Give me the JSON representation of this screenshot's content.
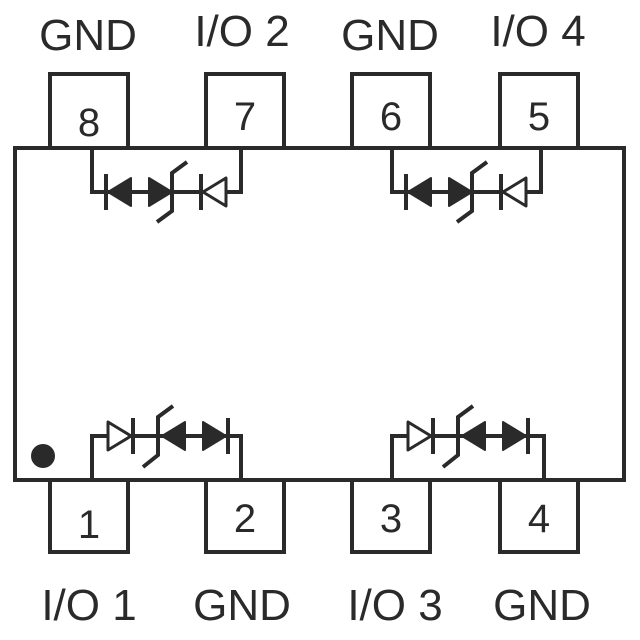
{
  "labels": {
    "top": [
      "GND",
      "I/O 2",
      "GND",
      "I/O 4"
    ],
    "bottom": [
      "I/O 1",
      "GND",
      "I/O 3",
      "GND"
    ]
  },
  "pins": {
    "top": [
      "8",
      "7",
      "6",
      "5"
    ],
    "bottom": [
      "1",
      "2",
      "3",
      "4"
    ]
  }
}
